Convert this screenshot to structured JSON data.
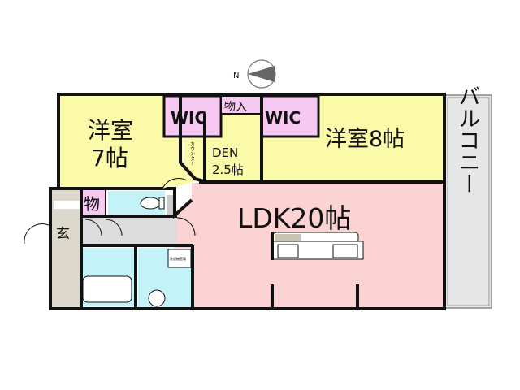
{
  "compass": {
    "label": "N"
  },
  "rooms": {
    "bedroom_west": {
      "line1": "洋室",
      "line2": "7帖"
    },
    "wic_west": "WIC",
    "storage_top": "物入",
    "wic_east": "WIC",
    "bedroom_east": "洋室8帖",
    "den": {
      "line1": "DEN",
      "line2": "2.5帖"
    },
    "counter": "カウンター",
    "ldk": "LDK20帖",
    "balcony": "バルコニー",
    "storage_small": "物",
    "entrance": "玄",
    "washer_label": "洗濯機置場"
  },
  "colors": {
    "bedroom": "#fbfaa8",
    "closet": "#f6c9f3",
    "ldk": "#fcd3d3",
    "water": "#c3f2f9",
    "hall": "#dcdcdc",
    "balcony": "#e6e6e6",
    "entrance": "#dcd8cc"
  }
}
